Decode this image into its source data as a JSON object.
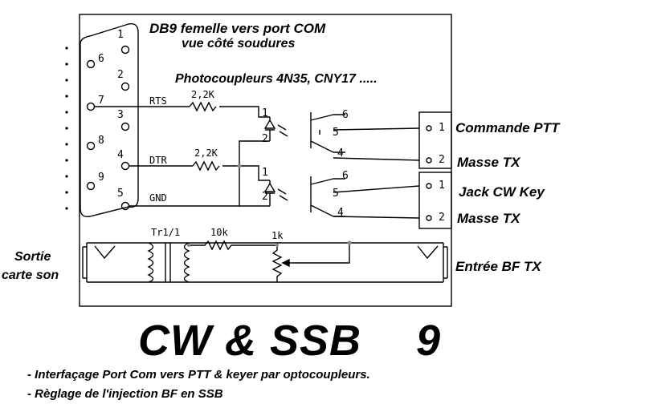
{
  "title": {
    "line1": "DB9 femelle vers port COM",
    "line2": "vue côté soudures",
    "line3": "Photocoupleurs  4N35, CNY17 ....."
  },
  "db9": {
    "pins": [
      "1",
      "2",
      "3",
      "4",
      "5",
      "6",
      "7",
      "8",
      "9"
    ]
  },
  "signals": {
    "rts": "RTS",
    "dtr": "DTR",
    "gnd": "GND"
  },
  "components": {
    "r1": "2,2K",
    "r2": "2,2K",
    "r3": "10k",
    "pot": "1k",
    "transformer": "Tr1/1"
  },
  "opto": {
    "pin1": "1",
    "pin2": "2",
    "pin4": "4",
    "pin5": "5",
    "pin6": "6"
  },
  "connectors": {
    "ptt": {
      "label": "Commande PTT",
      "pin1": "1",
      "pin2": "2"
    },
    "masse1": {
      "label": "Masse TX"
    },
    "cw": {
      "label": "Jack CW Key",
      "pin1": "1",
      "pin2": "2"
    },
    "masse2": {
      "label": "Masse TX"
    }
  },
  "audio": {
    "left_line1": "Sortie",
    "left_line2": "carte son",
    "right": "Entrée BF TX"
  },
  "big_title": {
    "text": "CW & SSB",
    "number": "9"
  },
  "notes": [
    "- Interfaçage Port Com vers PTT & keyer par optocoupleurs.",
    "- Règlage de l'injection  BF en SSB"
  ],
  "colors": {
    "ink": "#000000",
    "junction": "#888888"
  }
}
